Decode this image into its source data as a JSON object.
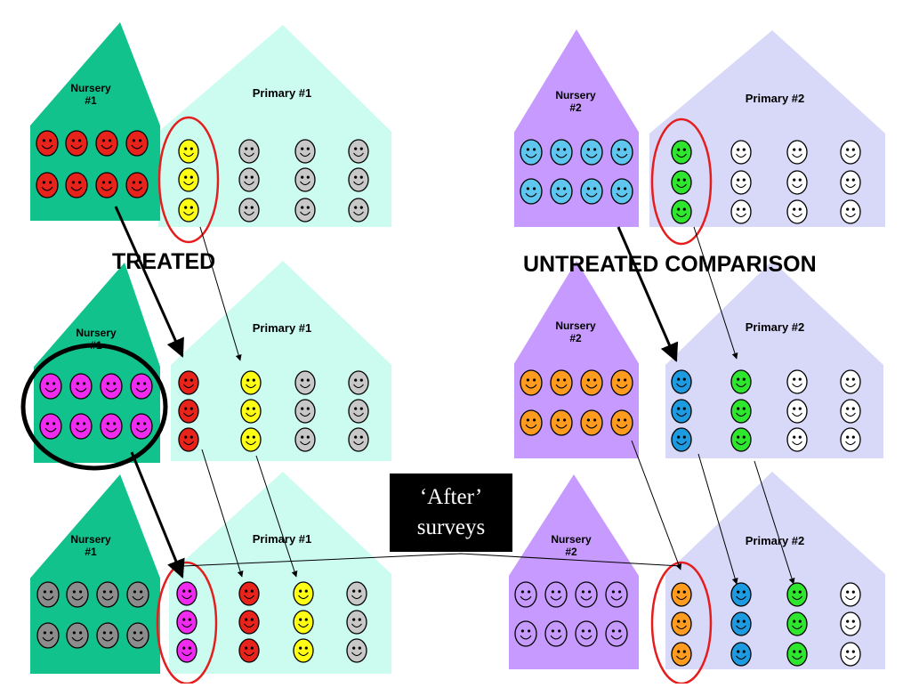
{
  "colors": {
    "nursery_treated": "#12c28c",
    "primary_treated": "#ccfcef",
    "nursery_comparison": "#c79aff",
    "primary_comparison": "#d8d8f8",
    "red": "#e8231b",
    "yellow": "#ffff14",
    "grey": "#c8c8c8",
    "dark_grey": "#8c8c8c",
    "magenta": "#ee2bee",
    "cyan": "#5fc6ef",
    "blue": "#1e9ae0",
    "green": "#2ee62e",
    "orange": "#ff9b1e",
    "ring": "#e41e1e"
  },
  "labels": {
    "treated": "TREATED",
    "untreated": "UNTREATED COMPARISON",
    "after_line1": "‘After’",
    "after_line2": "surveys"
  },
  "schools": [
    {
      "id": "t1",
      "nursery_label": "Nursery\n#1",
      "primary_label": "Primary #1",
      "nursery_color": "nursery_treated",
      "primary_color": "primary_treated"
    },
    {
      "id": "t2",
      "nursery_label": "Nursery\n#1",
      "primary_label": "Primary #1",
      "nursery_color": "nursery_treated",
      "primary_color": "primary_treated"
    },
    {
      "id": "t3",
      "nursery_label": "Nursery\n#1",
      "primary_label": "Primary #1",
      "nursery_color": "nursery_treated",
      "primary_color": "primary_treated"
    },
    {
      "id": "c1",
      "nursery_label": "Nursery\n#2",
      "primary_label": "Primary #2",
      "nursery_color": "nursery_comparison",
      "primary_color": "primary_comparison"
    },
    {
      "id": "c2",
      "nursery_label": "Nursery\n#2",
      "primary_label": "Primary #2",
      "nursery_color": "nursery_comparison",
      "primary_color": "primary_comparison"
    },
    {
      "id": "c3",
      "nursery_label": "Nursery\n#2",
      "primary_label": "Primary #2",
      "nursery_color": "nursery_comparison",
      "primary_color": "primary_comparison"
    }
  ],
  "groups": [
    {
      "school": "t1",
      "nursery": "red",
      "primary": [
        "yellow",
        "grey",
        "grey",
        "grey"
      ]
    },
    {
      "school": "t2",
      "nursery": "magenta",
      "primary": [
        "red",
        "yellow",
        "grey",
        "grey"
      ]
    },
    {
      "school": "t3",
      "nursery": "dark_grey",
      "primary": [
        "magenta",
        "red",
        "yellow",
        "grey"
      ]
    },
    {
      "school": "c1",
      "nursery": "cyan",
      "primary": [
        "green",
        "white",
        "white",
        "white"
      ]
    },
    {
      "school": "c2",
      "nursery": "orange",
      "primary": [
        "blue",
        "green",
        "white",
        "white"
      ]
    },
    {
      "school": "c3",
      "nursery": "nursery_comparison",
      "primary": [
        "orange",
        "blue",
        "green",
        "white"
      ]
    }
  ]
}
